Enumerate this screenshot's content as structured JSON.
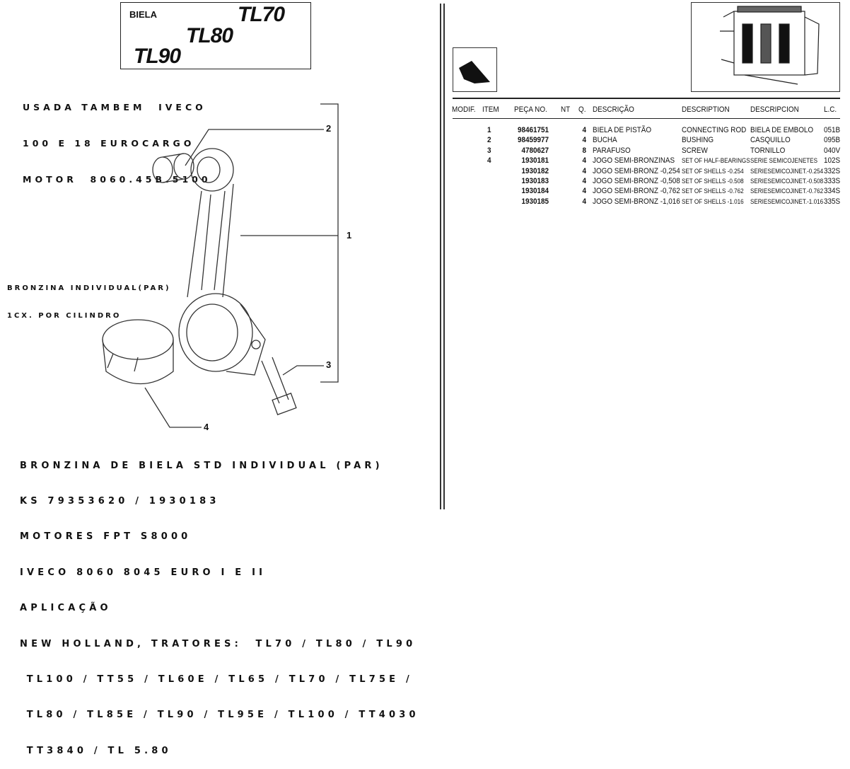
{
  "title_box": {
    "label": "BIELA",
    "models": [
      "TL70",
      "TL80",
      "TL90"
    ]
  },
  "note_top": [
    "USADA TAMBEM  IVECO",
    "100 E 18 EUROCARGO",
    "MOTOR  8060.45B.5100"
  ],
  "note_side": [
    "BRONZINA INDIVIDUAL(PAR)",
    "1CX. POR CILINDRO"
  ],
  "callouts": [
    "1",
    "2",
    "3",
    "4"
  ],
  "note_bottom": [
    "BRONZINA DE BIELA STD INDIVIDUAL (PAR)",
    "KS 79353620 / 1930183",
    "MOTORES FPT S8000",
    "IVECO 8060 8045 EURO I E II",
    "APLICAÇÃO",
    "NEW HOLLAND, TRATORES:  TL70 / TL80 / TL90",
    " TL100 / TT55 / TL60E / TL65 / TL70 / TL75E /",
    " TL80 / TL85E / TL90 / TL95E / TL100 / TT4030",
    " TT3840 / TL 5.80"
  ],
  "table": {
    "headers": {
      "modif": "MODIF.",
      "item": "ITEM",
      "part": "PEÇA NO.",
      "nt": "NT",
      "q": "Q.",
      "desc_pt": "DESCRIÇÃO",
      "desc_en": "DESCRIPTION",
      "desc_es": "DESCRIPCION",
      "lc": "L.C."
    },
    "rows": [
      {
        "item": "1",
        "part": "98461751",
        "q": "4",
        "desc_pt": "BIELA DE PISTÃO",
        "desc_en": "CONNECTING ROD",
        "desc_es": "BIELA DE EMBOLO",
        "lc": "051B"
      },
      {
        "item": "2",
        "part": "98459977",
        "q": "4",
        "desc_pt": "BUCHA",
        "desc_en": "BUSHING",
        "desc_es": "CASQUILLO",
        "lc": "095B"
      },
      {
        "item": "3",
        "part": "4780627",
        "q": "8",
        "desc_pt": "PARAFUSO",
        "desc_en": "SCREW",
        "desc_es": "TORNILLO",
        "lc": "040V"
      },
      {
        "item": "4",
        "part": "1930181",
        "q": "4",
        "desc_pt": "JOGO SEMI-BRONZINAS",
        "desc_en": "SET OF HALF-BEARINGS",
        "desc_es": "SERIE SEMICOJENETES",
        "lc": "102S"
      },
      {
        "item": "",
        "part": "1930182",
        "q": "4",
        "desc_pt": "JOGO SEMI-BRONZ -0,254",
        "desc_en": "SET OF SHELLS -0.254",
        "desc_es": "SERIESEMICOJINET.-0.254",
        "lc": "332S"
      },
      {
        "item": "",
        "part": "1930183",
        "q": "4",
        "desc_pt": "JOGO SEMI-BRONZ -0,508",
        "desc_en": "SET OF SHELLS -0.508",
        "desc_es": "SERIESEMICOJINET.-0.508",
        "lc": "333S"
      },
      {
        "item": "",
        "part": "1930184",
        "q": "4",
        "desc_pt": "JOGO SEMI-BRONZ -0,762",
        "desc_en": "SET OF SHELLS -0.762",
        "desc_es": "SERIESEMICOJINET.-0.762",
        "lc": "334S"
      },
      {
        "item": "",
        "part": "1930185",
        "q": "4",
        "desc_pt": "JOGO SEMI-BRONZ -1,016",
        "desc_en": "SET OF SHELLS -1.016",
        "desc_es": "SERIESEMICOJINET.-1.016",
        "lc": "335S"
      }
    ]
  }
}
